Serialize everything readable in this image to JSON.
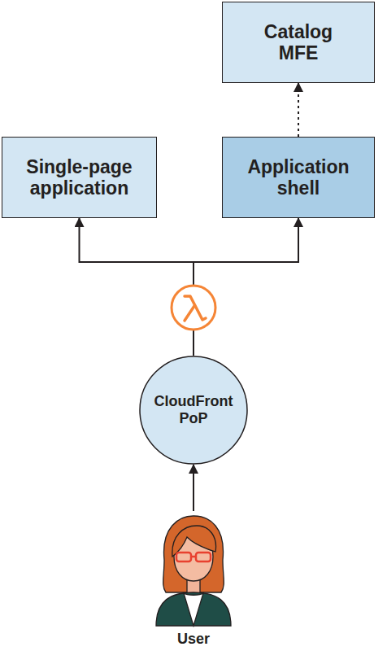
{
  "diagram": {
    "nodes": [
      {
        "text": [
          "Catalog MFE"
        ]
      },
      {
        "text": [
          "Single-page application"
        ]
      },
      {
        "text": [
          "Application shell"
        ]
      },
      {
        "text": [
          "CloudFront PoP"
        ]
      },
      {
        "text": [
          "User"
        ]
      }
    ],
    "edges": [
      {
        "from": 4,
        "to": 3,
        "arrow": "to"
      },
      {
        "from": 3,
        "to": 1,
        "arrow": "to"
      },
      {
        "from": 3,
        "to": 2,
        "arrow": "to"
      },
      {
        "from": 2,
        "to": 0,
        "arrow": "to"
      }
    ]
  }
}
